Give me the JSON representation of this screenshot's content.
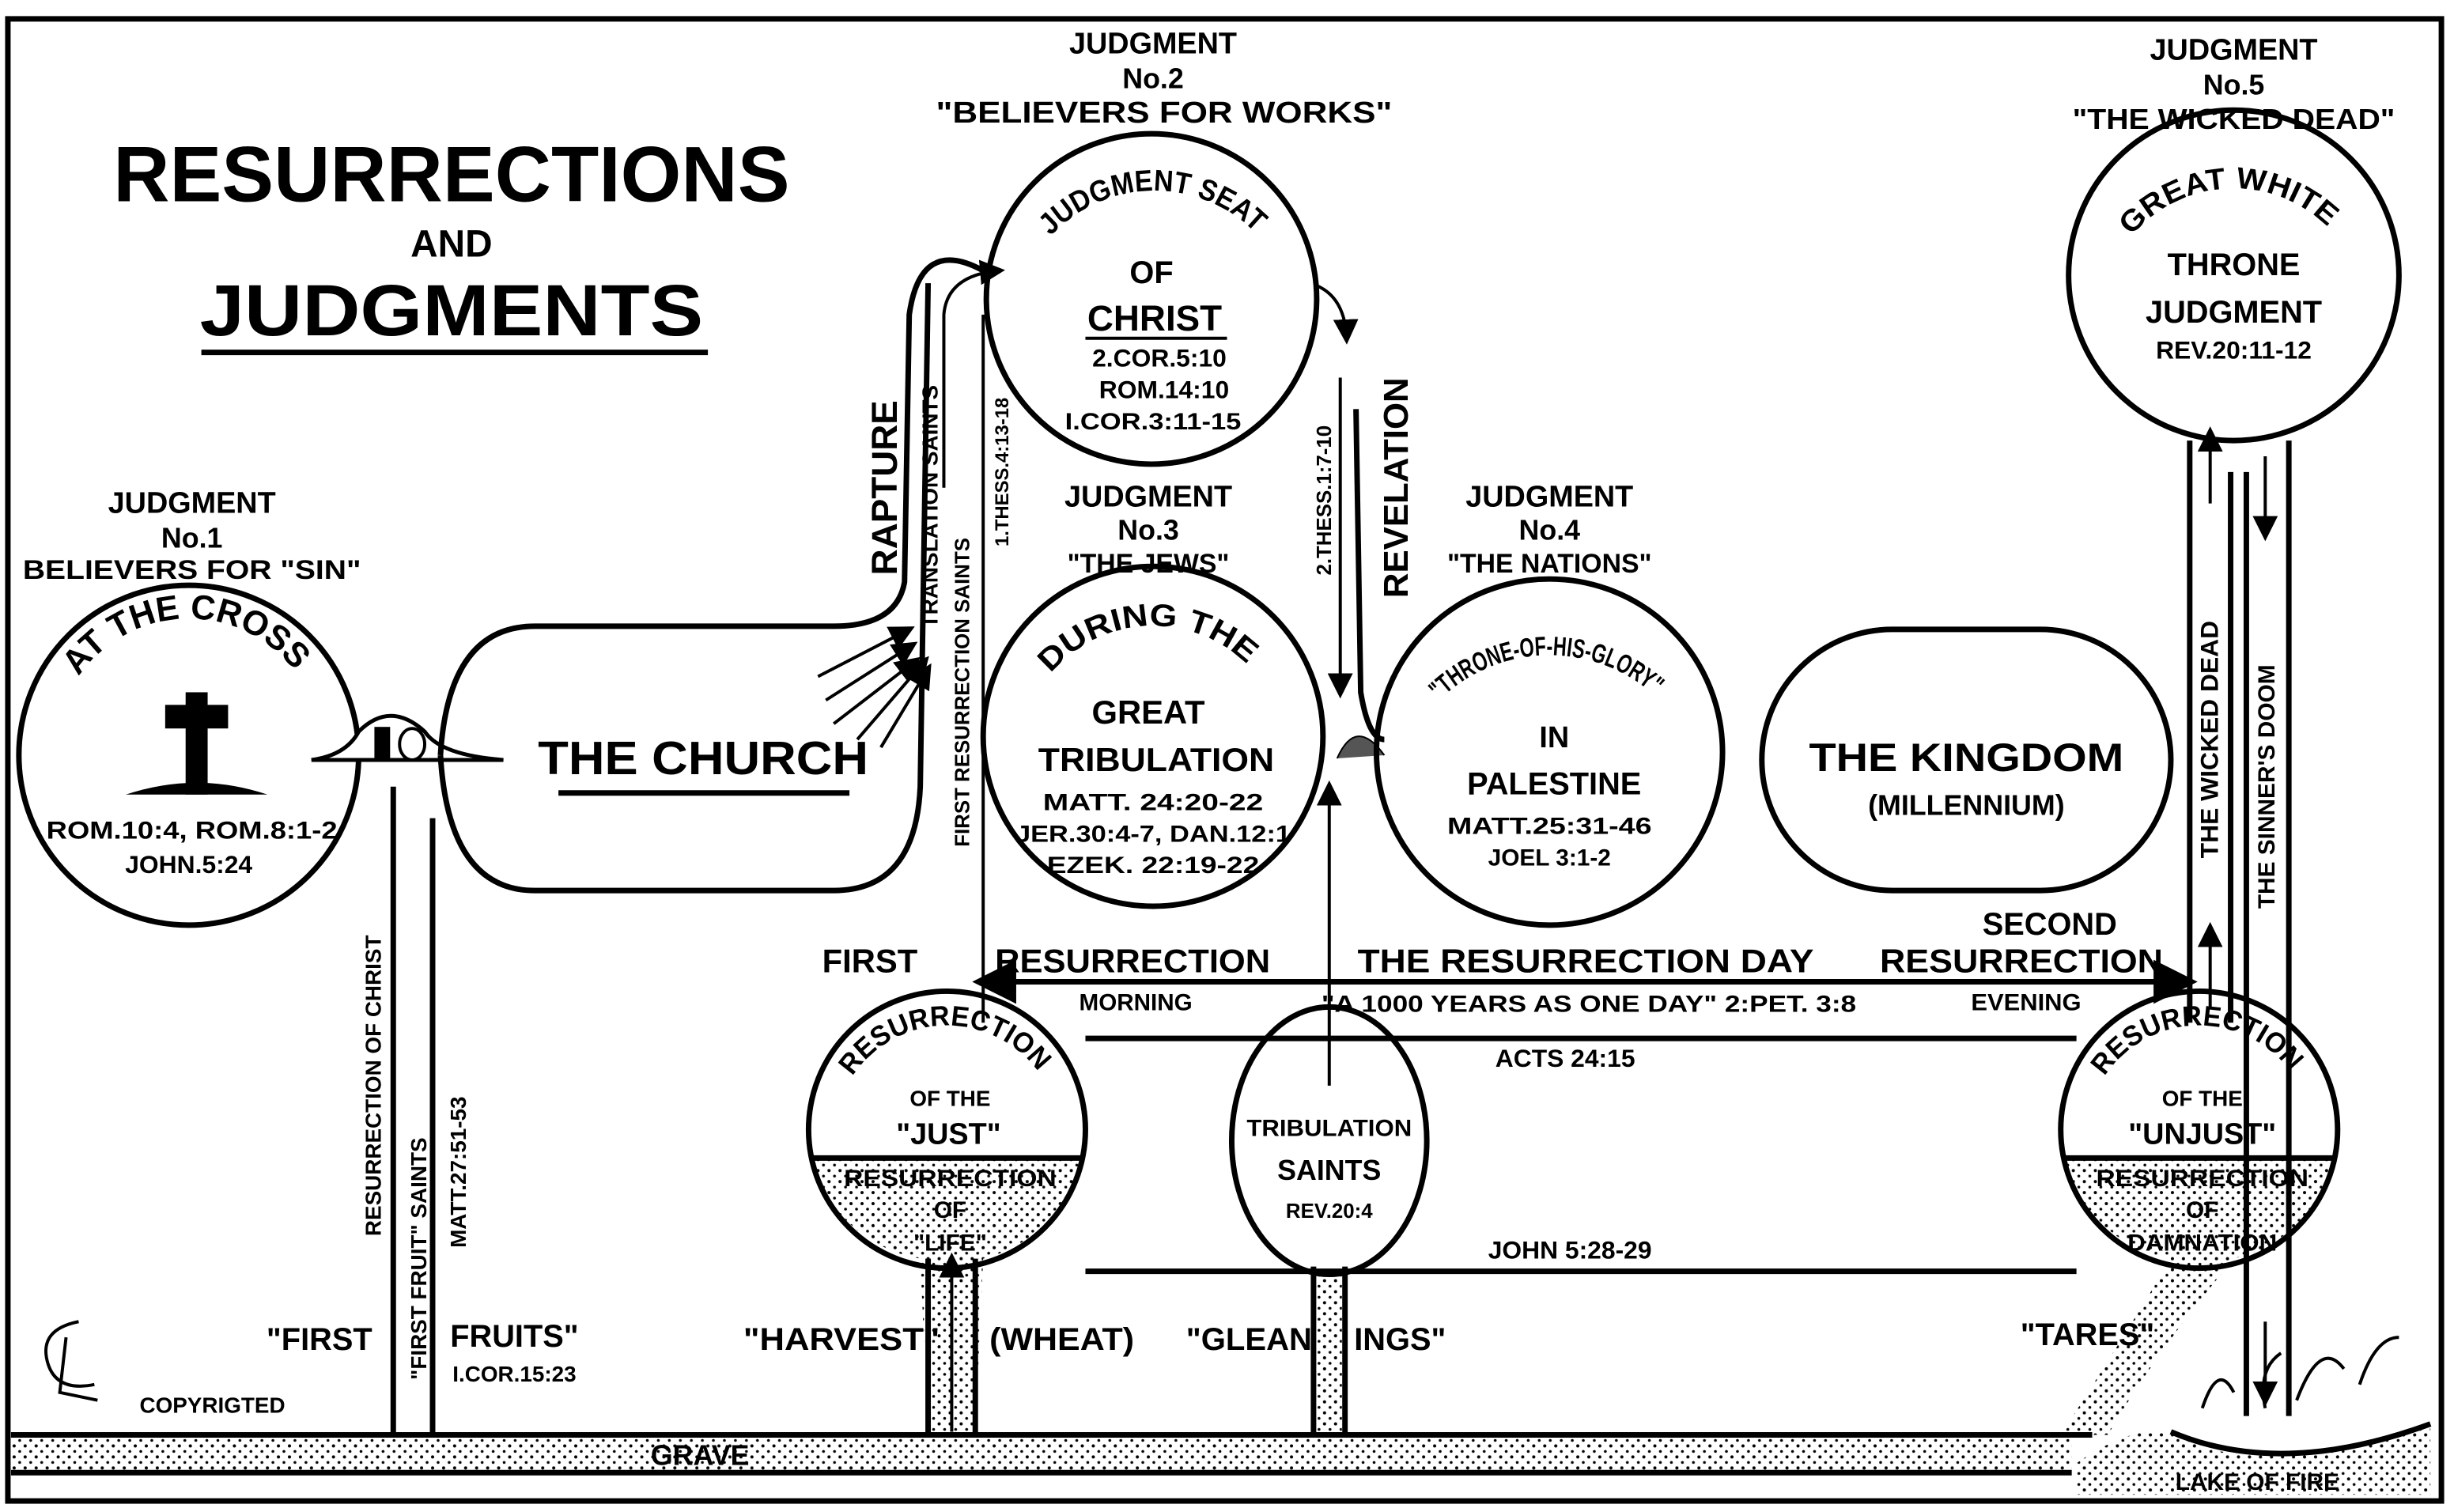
{
  "title": {
    "line1": "RESURRECTIONS",
    "line2": "AND",
    "line3": "JUDGMENTS"
  },
  "judgment1": {
    "head": "JUDGMENT",
    "no": "No.1",
    "desc": "BELIEVERS FOR \"SIN\""
  },
  "cross": {
    "arc": "AT THE CROSS",
    "ref1": "ROM.10:4, ROM.8:1-2",
    "ref2": "JOHN.5:24"
  },
  "church": {
    "label": "THE CHURCH"
  },
  "judgment2": {
    "head": "JUDGMENT",
    "no": "No.2",
    "desc": "\"BELIEVERS FOR WORKS\""
  },
  "seat": {
    "arc": "JUDGMENT SEAT",
    "of": "OF",
    "name": "CHRIST",
    "ref1": "2.COR.5:10",
    "ref2": "ROM.14:10",
    "ref3": "I.COR.3:11-15"
  },
  "judgment3": {
    "head": "JUDGMENT",
    "no": "No.3",
    "desc": "\"THE JEWS\""
  },
  "tribulation": {
    "arc": "DURING THE",
    "l1": "GREAT",
    "l2": "TRIBULATION",
    "ref1": "MATT. 24:20-22",
    "ref2": "JER.30:4-7, DAN.12:1",
    "ref3": "EZEK. 22:19-22"
  },
  "judgment4": {
    "head": "JUDGMENT",
    "no": "No.4",
    "desc": "\"THE NATIONS\""
  },
  "throne": {
    "arc": "\"THRONE-OF-HIS-GLORY\"",
    "in": "IN",
    "place": "PALESTINE",
    "ref1": "MATT.25:31-46",
    "ref2": "JOEL 3:1-2"
  },
  "kingdom": {
    "label": "THE KINGDOM",
    "sub": "(MILLENNIUM)"
  },
  "judgment5": {
    "head": "JUDGMENT",
    "no": "No.5",
    "desc": "\"THE WICKED DEAD\""
  },
  "gwt": {
    "arc": "GREAT WHITE",
    "l1": "THRONE",
    "l2": "JUDGMENT",
    "ref": "REV.20:11-12"
  },
  "vertical": {
    "rapture": "RAPTURE",
    "translation": "TRANSLATION SAINTS",
    "first_res_saints": "FIRST RESURRECTION SAINTS",
    "thess1": "1.THESS.4:13-18",
    "thess2": "2.THESS.1:7-10",
    "revelation": "REVELATION",
    "res_christ": "RESURRECTION OF CHRIST",
    "first_fruit": "\"FIRST FRUIT\" SAINTS",
    "matt27": "MATT.27:51-53",
    "wicked_dead": "THE WICKED DEAD",
    "sinners_doom": "THE SINNER'S DOOM"
  },
  "resday": {
    "first": "FIRST",
    "resurrection": "RESURRECTION",
    "day": "THE RESURRECTION DAY",
    "second": "SECOND",
    "second_res": "RESURRECTION",
    "morning": "MORNING",
    "quote": "\"A 1000 YEARS AS ONE DAY\" 2:PET. 3:8",
    "evening": "EVENING",
    "acts": "ACTS 24:15",
    "john": "JOHN 5:28-29"
  },
  "just": {
    "arc": "RESURRECTION",
    "of": "OF THE",
    "name": "\"JUST\"",
    "life1": "RESURRECTION",
    "life2": "OF",
    "life3": "\"LIFE\""
  },
  "saints": {
    "l1": "TRIBULATION",
    "l2": "SAINTS",
    "ref": "REV.20:4"
  },
  "unjust": {
    "arc": "RESURRECTION",
    "of": "OF THE",
    "name": "\"UNJUST\"",
    "d1": "RESURRECTION",
    "d2": "OF",
    "d3": "DAMNATION"
  },
  "bottom": {
    "first_fruits": "\"FIRST",
    "fruits": "FRUITS\"",
    "cor15": "I.COR.15:23",
    "harvest": "\"HARVEST\"",
    "wheat": "(WHEAT)",
    "glean": "\"GLEAN",
    "ings": "INGS\"",
    "tares": "\"TARES\"",
    "grave": "GRAVE",
    "lake": "LAKE OF FIRE",
    "copyright": "COPYRIGTED"
  }
}
